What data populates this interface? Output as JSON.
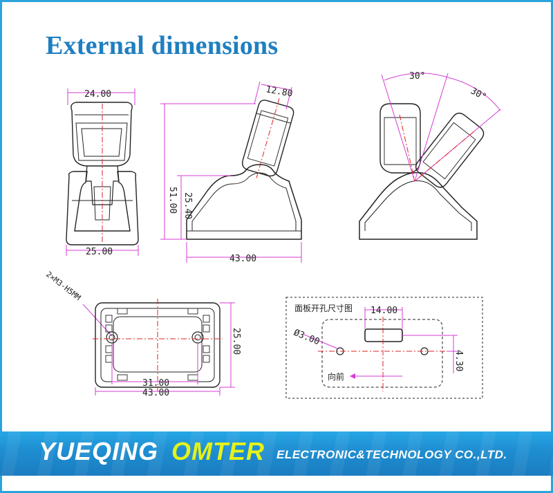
{
  "page": {
    "title": "External dimensions"
  },
  "front_view": {
    "width_top": "24.00",
    "width_bottom": "25.00"
  },
  "side_view": {
    "head_width": "12.80",
    "height_total": "51.00",
    "height_base": "25.40",
    "base_width": "43.00"
  },
  "tilt_view": {
    "angle_left": "30°",
    "angle_right": "30°"
  },
  "bottom_view": {
    "mount_label": "2×M3-H5MM",
    "hole_spacing": "31.00",
    "length": "43.00",
    "depth": "25.00"
  },
  "panel_cutout": {
    "heading": "面板开孔尺寸图",
    "slot_width": "14.00",
    "hole_dia": "Ø3.00",
    "offset": "4.30",
    "direction": "向前"
  },
  "banner": {
    "brand1": "YUEQING",
    "brand2": "OMTER",
    "tagline": "ELECTRONIC&TECHNOLOGY  CO.,LTD."
  },
  "colors": {
    "dimension_line": "#d63bd6",
    "center_line": "#e02020",
    "drawing_line": "#222222",
    "banner": "#1f8fd2",
    "accent": "#e3f21a",
    "title": "#1f7fc0"
  }
}
